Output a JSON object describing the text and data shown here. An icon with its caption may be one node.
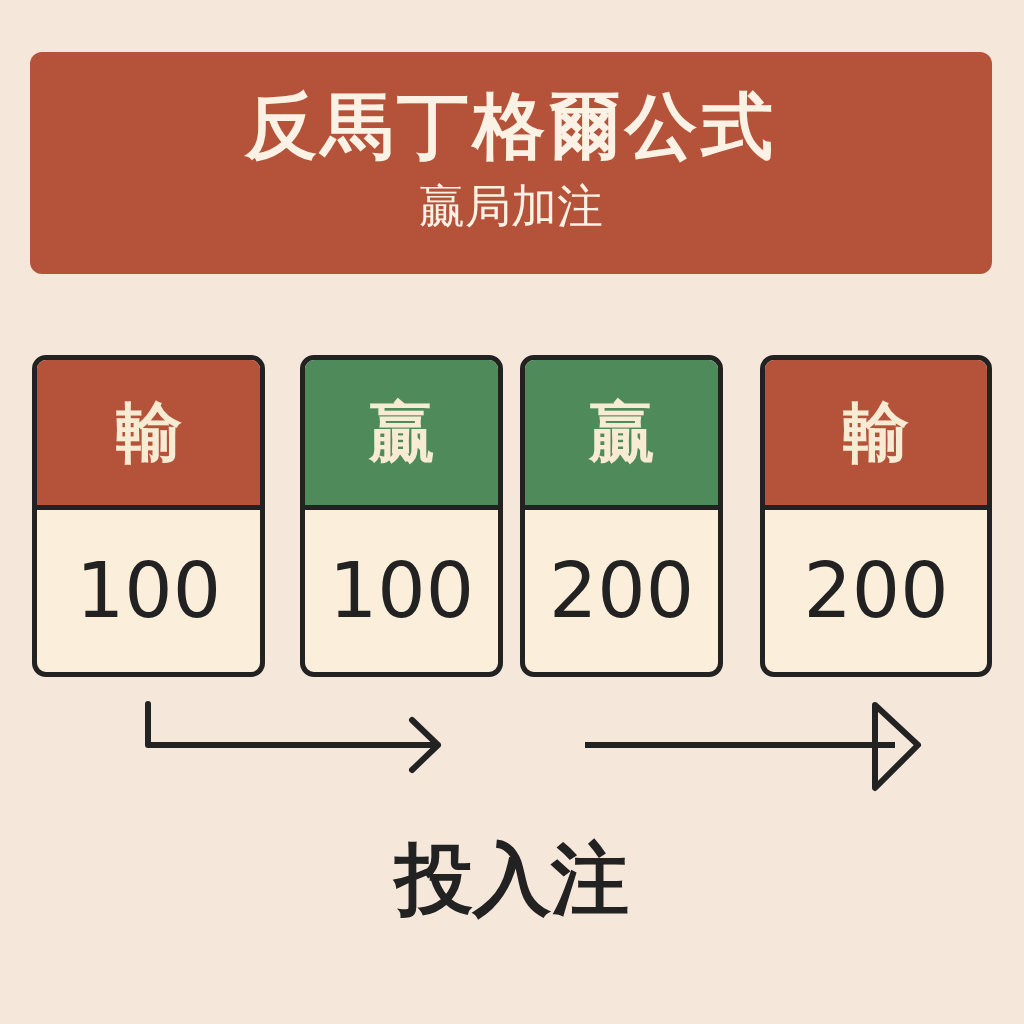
{
  "diagram": {
    "nodes": [
      {
        "text": [
          "反馬丁格爾公式",
          "贏局加注"
        ]
      },
      {
        "text": [
          "輸",
          "100"
        ]
      },
      {
        "text": [
          "贏",
          "100"
        ]
      },
      {
        "text": [
          "贏",
          "200"
        ]
      },
      {
        "text": [
          "輸",
          "200"
        ]
      }
    ],
    "labels": [
      "投入注"
    ]
  }
}
